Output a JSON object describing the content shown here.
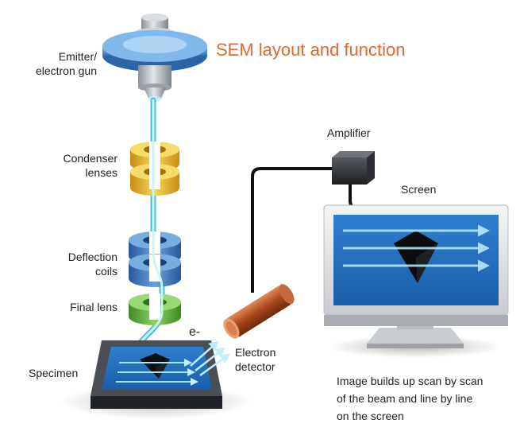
{
  "title": "SEM layout and function",
  "labels": {
    "emitter_line1": "Emitter/",
    "emitter_line2": "electron gun",
    "condenser_line1": "Condenser",
    "condenser_line2": "lenses",
    "deflection_line1": "Deflection",
    "deflection_line2": "coils",
    "final_lens": "Final lens",
    "specimen": "Specimen",
    "electron_symbol": "e-",
    "detector_line1": "Electron",
    "detector_line2": "detector",
    "amplifier": "Amplifier",
    "screen": "Screen"
  },
  "caption": {
    "line1": "Image builds up scan by scan",
    "line2": "of the beam and line by line",
    "line3": "on the screen"
  },
  "colors": {
    "title": "#e8672b",
    "beam": "#6fd6e6",
    "emitter": "#4a8fd0",
    "condenser": "#e9bb2a",
    "deflection": "#3d7fc7",
    "final_lens": "#5cab3a",
    "detector": "#b4562a",
    "screen_display": "#1f6fc0"
  }
}
